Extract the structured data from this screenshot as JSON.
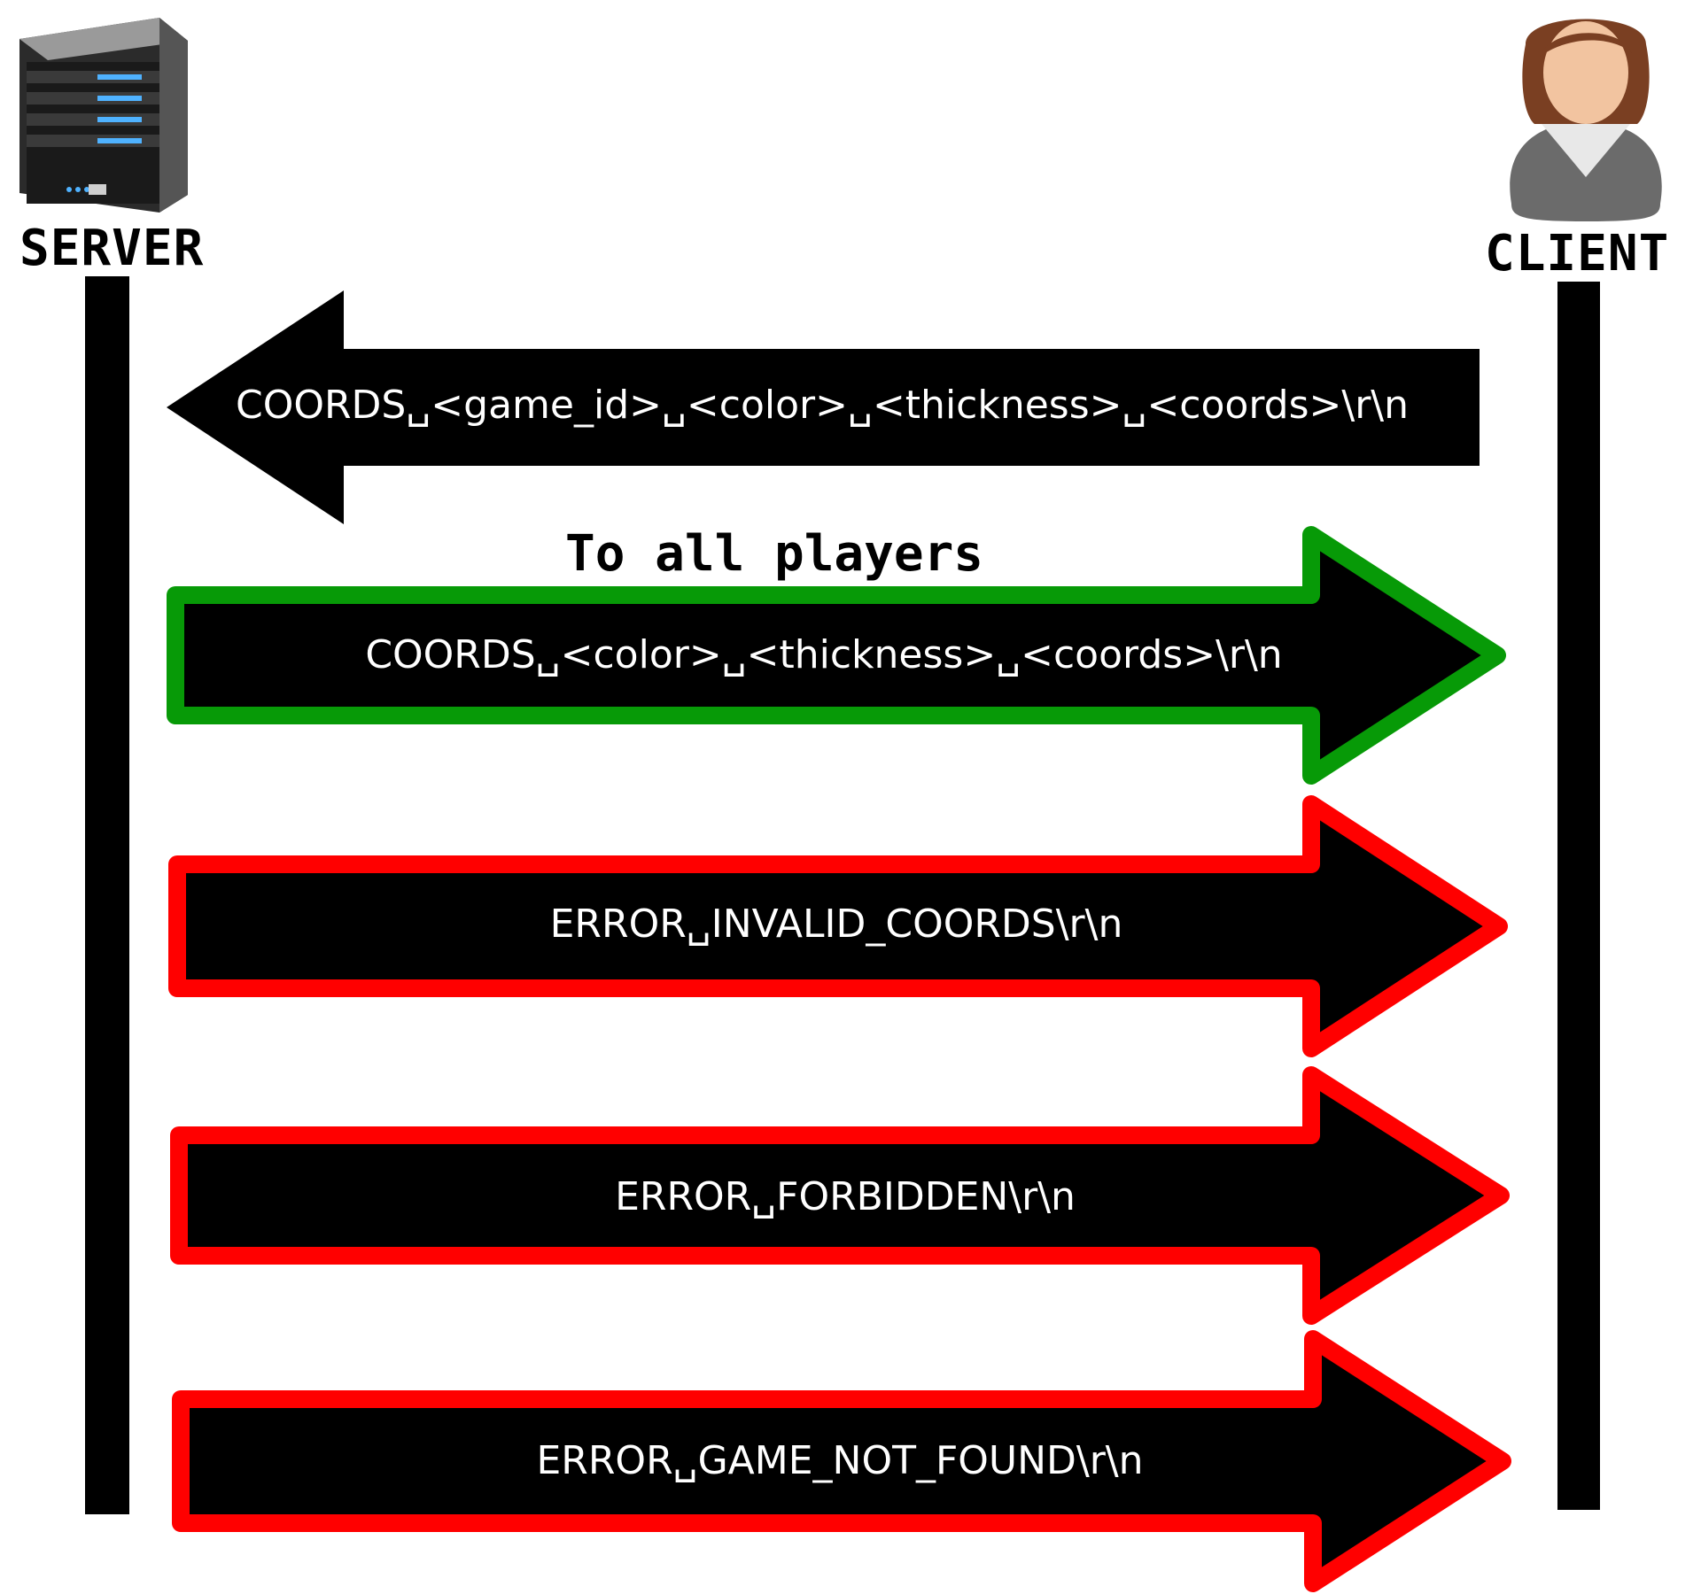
{
  "actors": {
    "server": {
      "label": "SERVER",
      "icon": "server-icon"
    },
    "client": {
      "label": "CLIENT",
      "icon": "user-icon"
    }
  },
  "messages": [
    {
      "text": "COORDS␣<game_id>␣<color>␣<thickness>␣<coords>\\r\\n",
      "direction": "client-to-server",
      "kind": "request"
    },
    {
      "text": "COORDS␣<color>␣<thickness>␣<coords>\\r\\n",
      "direction": "server-to-client",
      "kind": "success",
      "note": "To all players"
    },
    {
      "text": "ERROR␣INVALID_COORDS\\r\\n",
      "direction": "server-to-client",
      "kind": "error"
    },
    {
      "text": "ERROR␣FORBIDDEN\\r\\n",
      "direction": "server-to-client",
      "kind": "error"
    },
    {
      "text": "ERROR␣GAME_NOT_FOUND\\r\\n",
      "direction": "server-to-client",
      "kind": "error"
    }
  ],
  "colors": {
    "request_fill": "#000000",
    "success_outline": "#079a07",
    "error_outline": "#ff0000",
    "lifeline": "#000000"
  }
}
